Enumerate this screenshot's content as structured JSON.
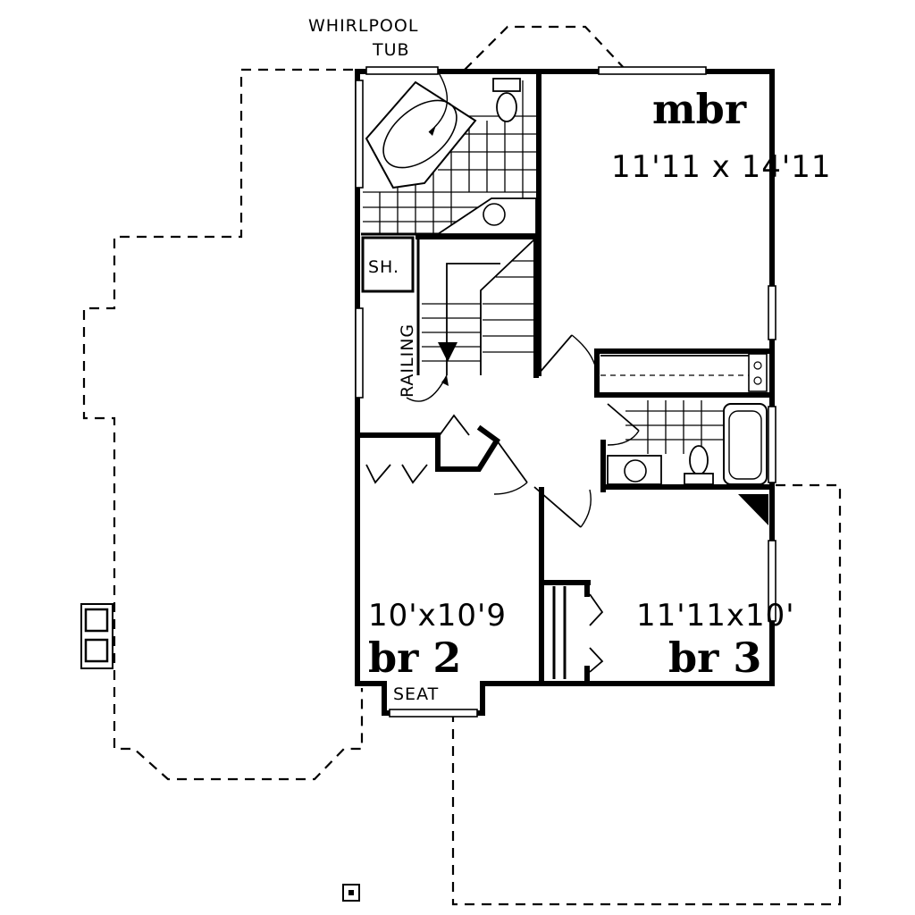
{
  "labels": {
    "whirlpool_line1": "WHIRLPOOL",
    "whirlpool_line2": "TUB",
    "shower": "SH.",
    "railing": "RAILING",
    "seat": "SEAT"
  },
  "rooms": {
    "mbr": {
      "name": "mbr",
      "dimensions": "11'11 x 14'11"
    },
    "br2": {
      "name": "br 2",
      "dimensions": "10'x10'9"
    },
    "br3": {
      "name": "br 3",
      "dimensions": "11'11x10'"
    }
  }
}
